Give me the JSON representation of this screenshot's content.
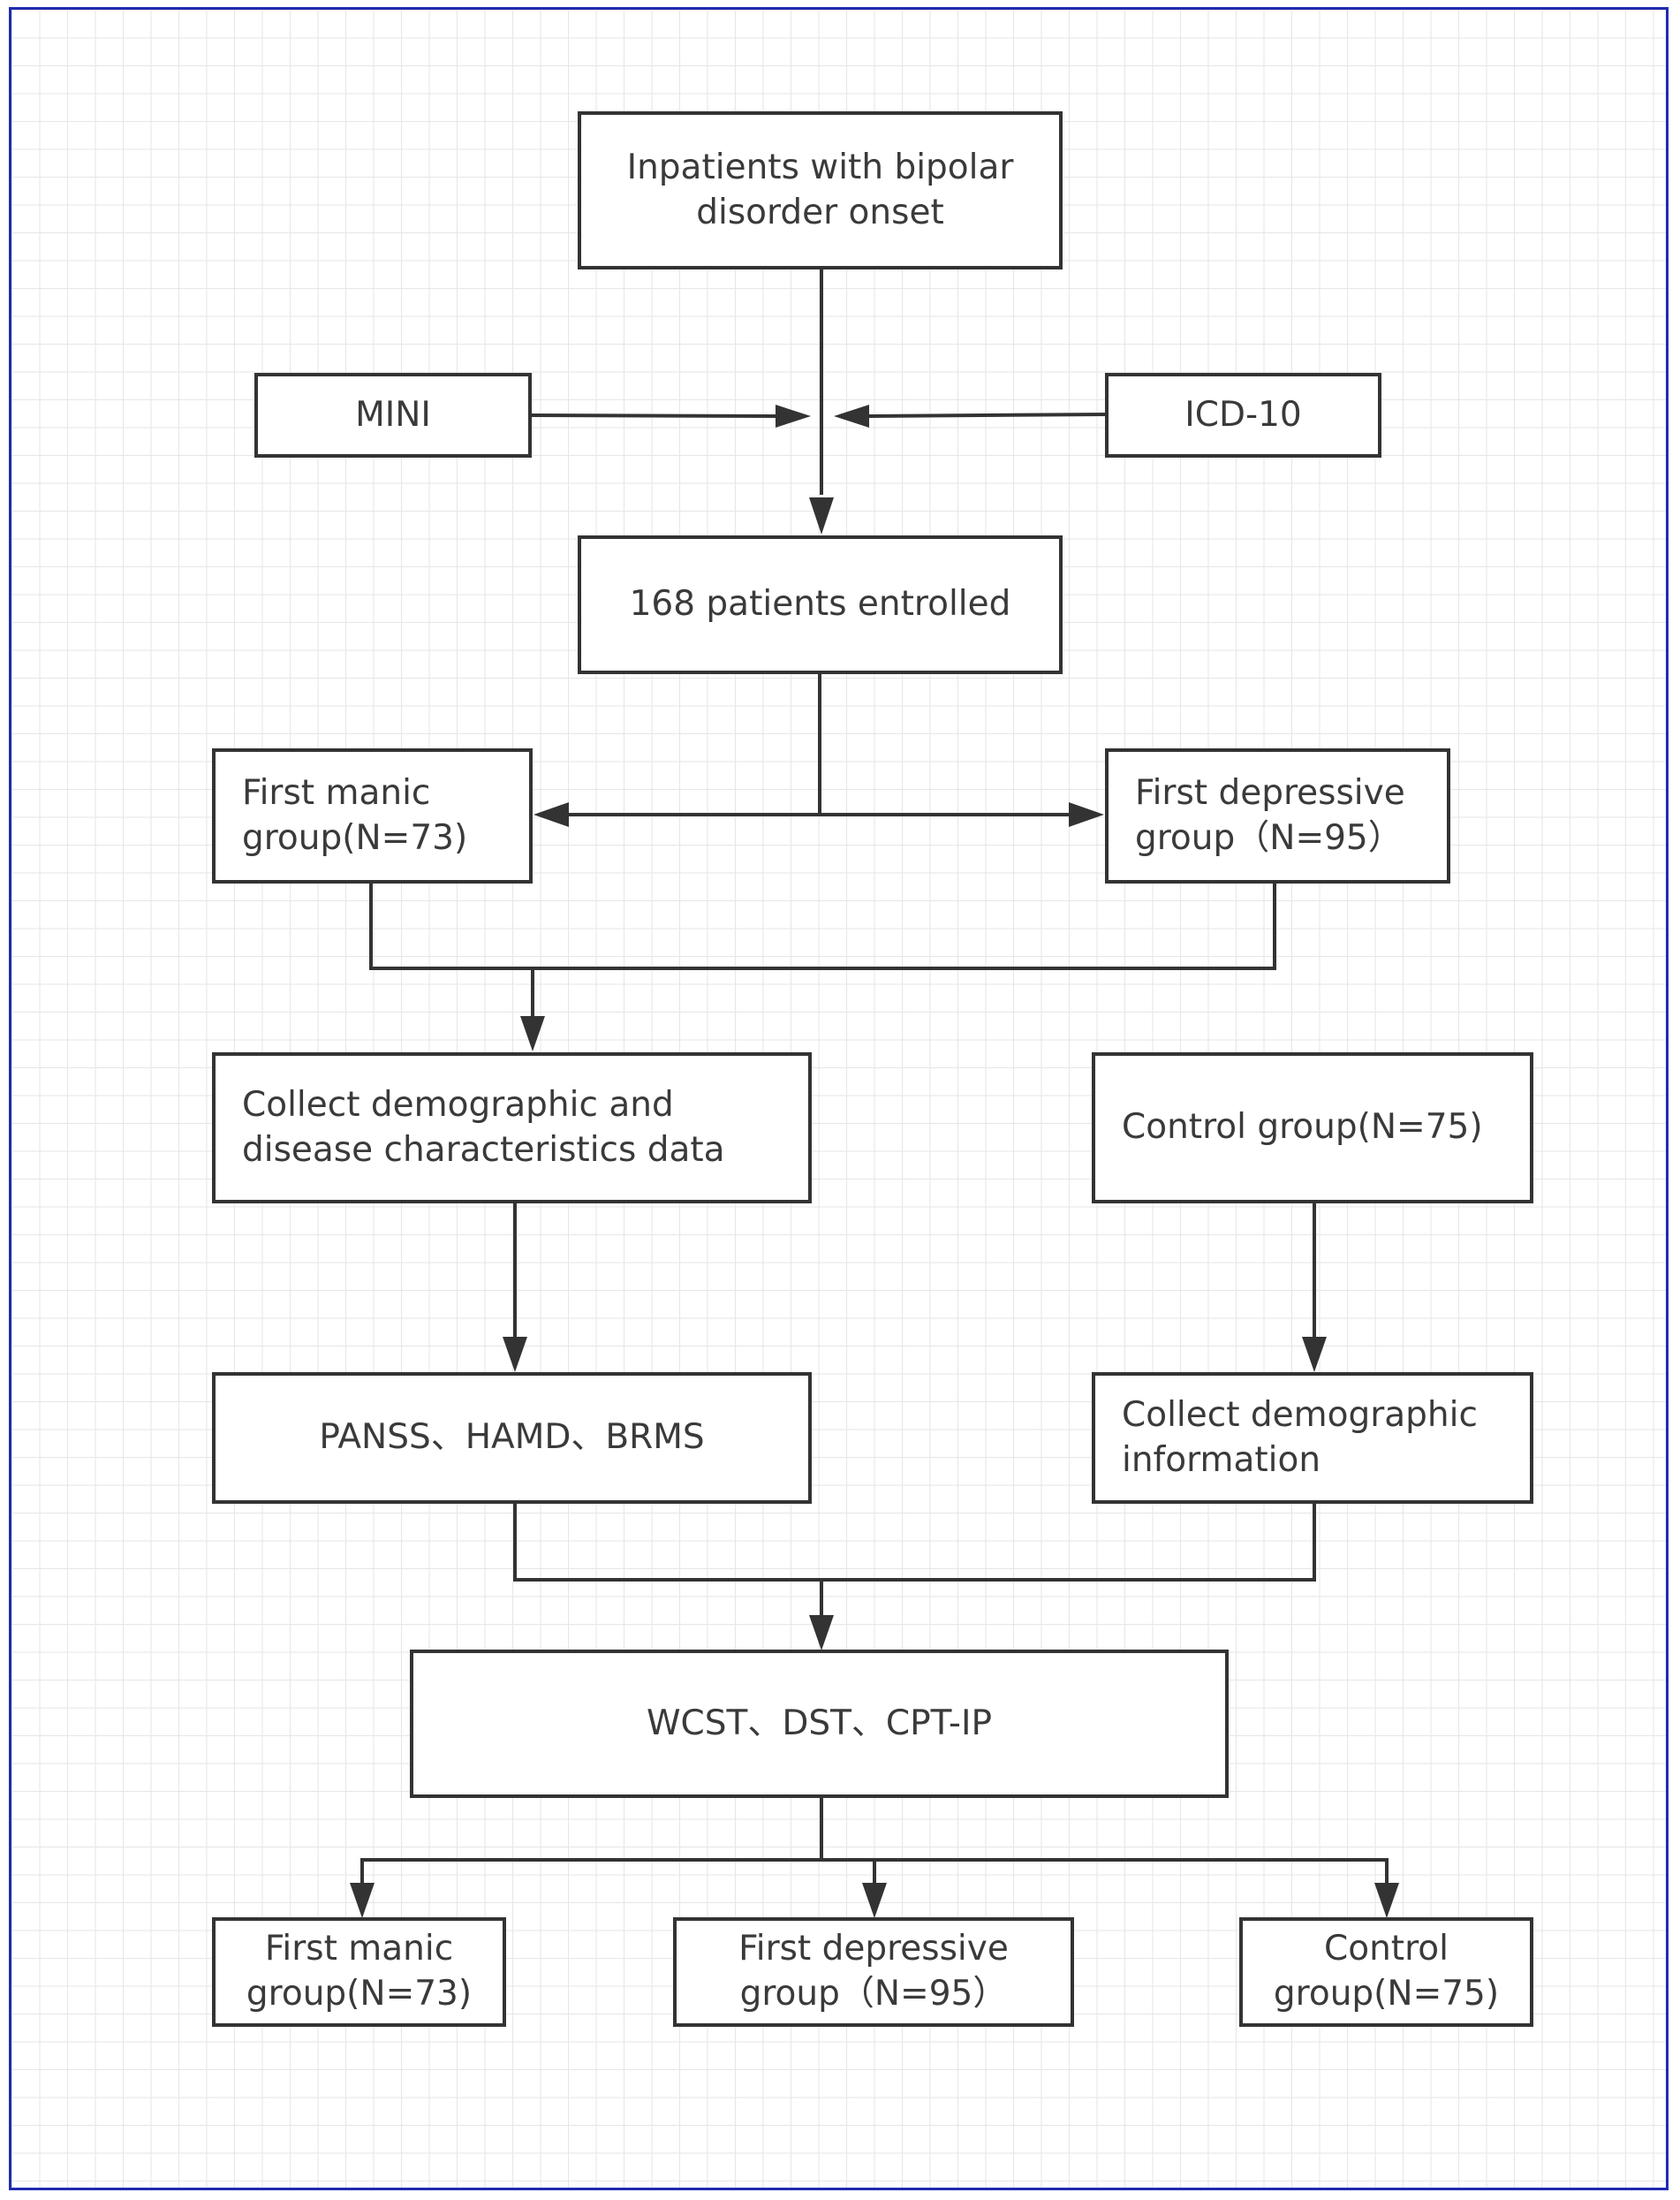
{
  "flowchart": {
    "onset": "Inpatients with bipolar\ndisorder onset",
    "mini": "MINI",
    "icd10": "ICD-10",
    "enrolled": "168 patients entrolled",
    "manic_top": "First manic\ngroup(N=73)",
    "depressive_top": "First depressive\ngroup（N=95）",
    "collect_disease": "Collect demographic and\ndisease characteristics data",
    "control_top": "Control group(N=75)",
    "scales": "PANSS、HAMD、BRMS",
    "collect_demo": "Collect demographic\ninformation",
    "tests": "WCST、DST、CPT-IP",
    "manic_bottom": "First manic\ngroup(N=73)",
    "depressive_bottom": "First depressive\ngroup（N=95）",
    "control_bottom": "Control\ngroup(N=75)"
  },
  "colors": {
    "frame_border": "#1f2bb0",
    "grid": "#e6e6e6",
    "line": "#333333",
    "text": "#3a3a3a"
  }
}
